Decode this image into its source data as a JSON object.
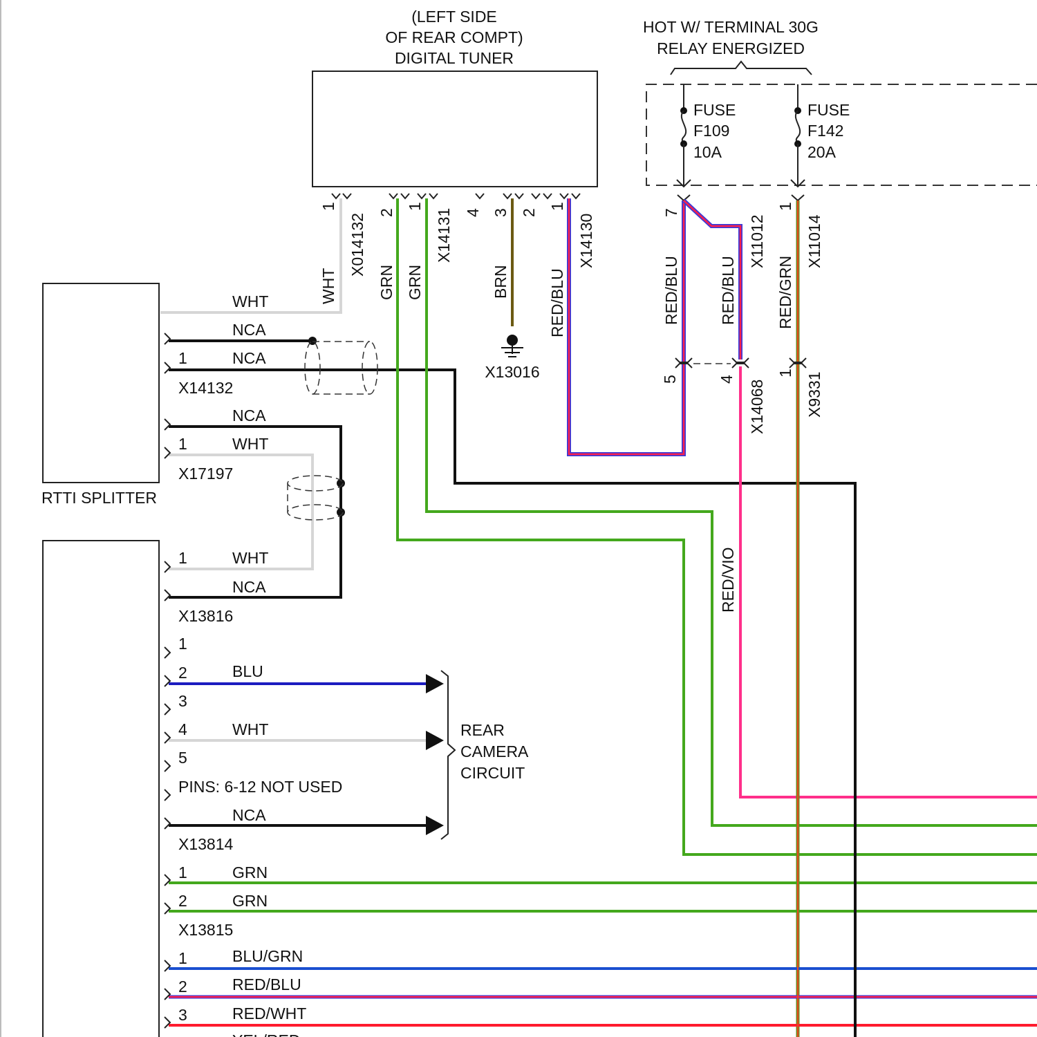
{
  "colors": {
    "wht": "#d6d6d6",
    "nca": "#111111",
    "grn": "#44a81d",
    "brn": "#6b5a12",
    "red_blu_red": "#ff1f4a",
    "red_blu_blu": "#3a3ad8",
    "red_vio": "#ff2f8a",
    "red_grn_red": "#e8491d",
    "red_grn_grn": "#6a8a20",
    "blu": "#1c1cc0",
    "blu_grn": "#1a4fd0",
    "red_wht": "#ff1b2e"
  },
  "tuner": {
    "title_lines": [
      "(LEFT SIDE",
      "OF REAR COMPT)",
      "DIGITAL TUNER"
    ]
  },
  "relay": {
    "title_lines": [
      "HOT W/ TERMINAL 30G",
      "RELAY ENERGIZED"
    ],
    "fuse_a": [
      "FUSE",
      "F109",
      "10A"
    ],
    "fuse_b": [
      "FUSE",
      "F142",
      "20A"
    ]
  },
  "connectors": {
    "x014132": "X014132",
    "x14131": "X14131",
    "x14130": "X14130",
    "x11012": "X11012",
    "x11014": "X11014",
    "x14068": "X14068",
    "x9331": "X9331",
    "x13016": "X13016",
    "x14132": "X14132",
    "x17197": "X17197",
    "x13816": "X13816",
    "x13814": "X13814",
    "x13815": "X13815"
  },
  "pins": {
    "p1": "1",
    "p2": "2",
    "p3": "3",
    "p4": "4",
    "p5": "5",
    "p7": "7"
  },
  "wire_labels": {
    "wht": "WHT",
    "nca": "NCA",
    "grn": "GRN",
    "brn": "BRN",
    "red_blu": "RED/BLU",
    "red_vio": "RED/VIO",
    "red_grn": "RED/GRN",
    "blu": "BLU",
    "blu_grn": "BLU/GRN",
    "red_wht": "RED/WHT",
    "partial": "YEL/RED"
  },
  "splitter": {
    "label": "RTTI SPLITTER"
  },
  "notes": {
    "pins_not_used": "PINS: 6-12 NOT USED",
    "rear_camera": [
      "REAR",
      "CAMERA",
      "CIRCUIT"
    ]
  }
}
